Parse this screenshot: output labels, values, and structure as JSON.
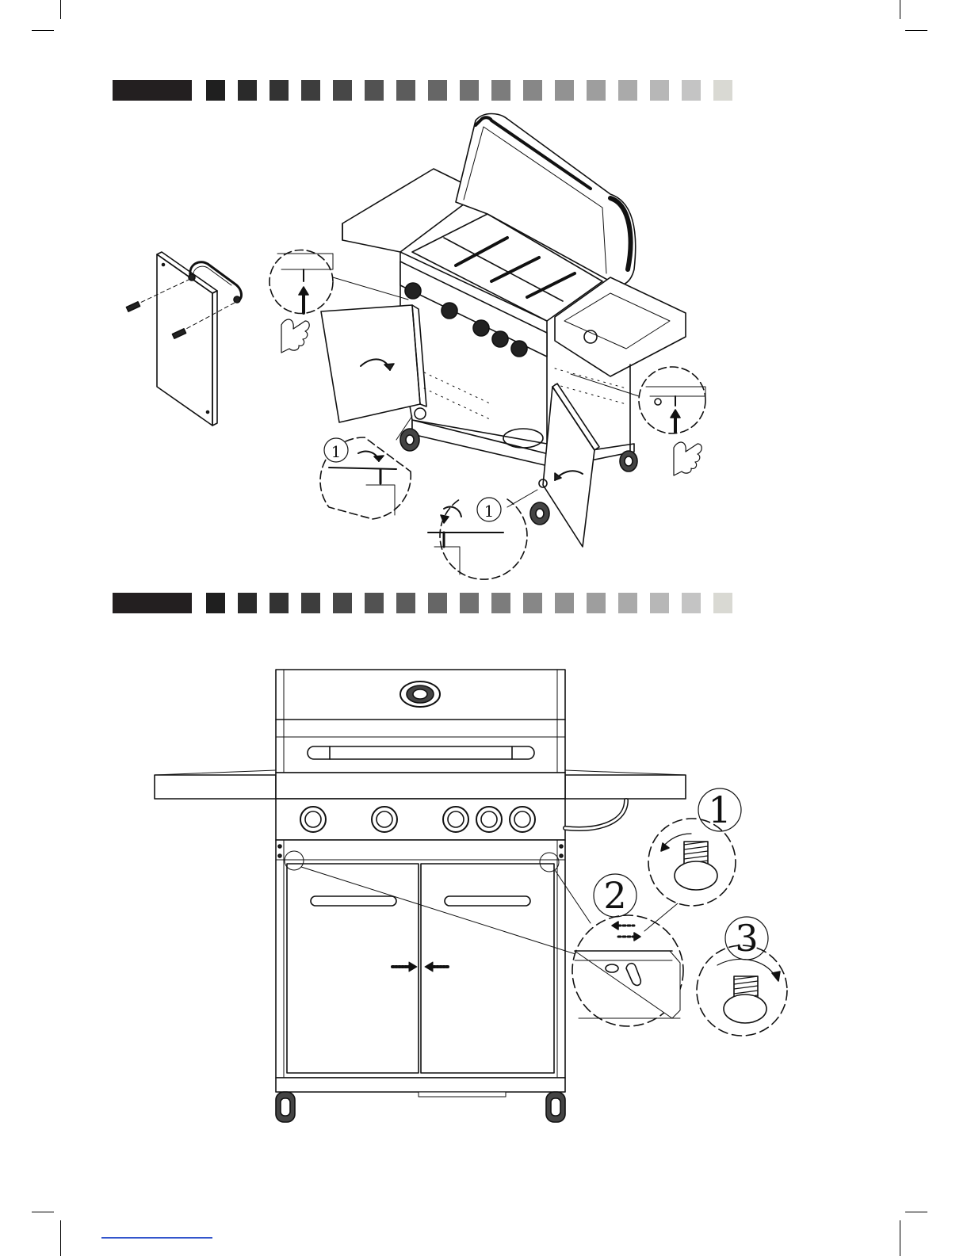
{
  "header_strip": {
    "colors": [
      "#231f20",
      "#1f1f1f",
      "#2a2a2a",
      "#333333",
      "#3d3d3d",
      "#474747",
      "#525252",
      "#5c5c5c",
      "#666666",
      "#717171",
      "#7c7c7c",
      "#878787",
      "#929292",
      "#9e9e9e",
      "#aaaaaa",
      "#b7b7b7",
      "#c4c4c4",
      "#d9d9d3"
    ]
  },
  "figure_1": {
    "callout_label_a": "1",
    "callout_label_b": "1",
    "icons": [
      "thumbs-up-icon",
      "up-arrow-icon",
      "rotate-arrow-icon"
    ]
  },
  "figure_2": {
    "step_1": "1",
    "step_2": "2",
    "step_3": "3",
    "icons": [
      "screw-icon",
      "double-arrow-icon",
      "rotate-arrow-icon"
    ]
  }
}
